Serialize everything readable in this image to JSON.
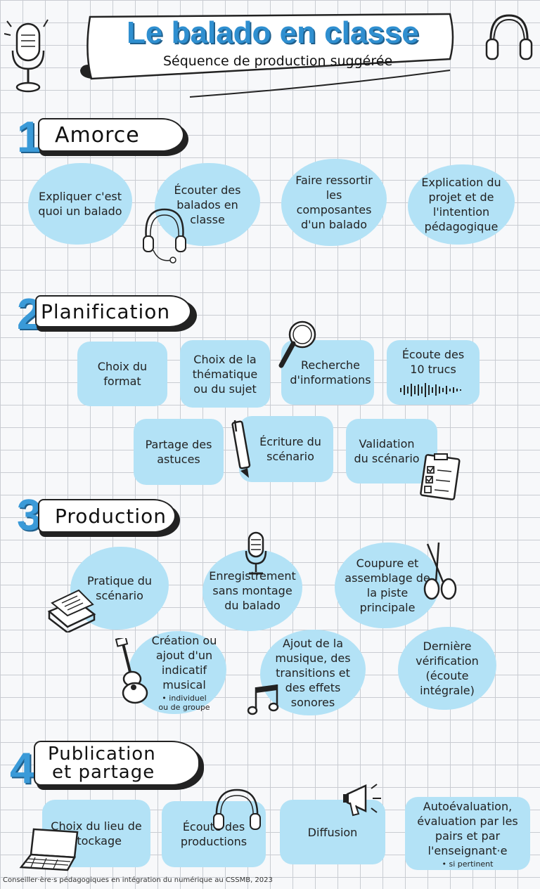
{
  "header": {
    "title": "Le balado en classe",
    "subtitle": "Séquence de production suggérée"
  },
  "sections": [
    {
      "number": "1",
      "title": "Amorce",
      "steps": [
        "Expliquer c'est quoi un balado",
        "Écouter des balados en classe",
        "Faire ressortir les composantes d'un balado",
        "Explication du projet et de l'intention pédagogique"
      ]
    },
    {
      "number": "2",
      "title": "Planification",
      "steps": [
        "Choix du format",
        "Choix de la thématique ou du sujet",
        "Recherche d'informations",
        "Écoute des 10 trucs",
        "Partage des astuces",
        "Écriture du scénario",
        "Validation du scénario"
      ]
    },
    {
      "number": "3",
      "title": "Production",
      "steps": [
        "Pratique du scénario",
        "Enregistrement sans montage du balado",
        "Coupure et assemblage de la piste principale",
        "Création ou ajout d'un indicatif musical",
        "Ajout de la musique, des transitions et des effets sonores",
        "Dernière vérification (écoute intégrale)"
      ],
      "note": "• individuel ou de groupe"
    },
    {
      "number": "4",
      "title_line1": "Publication",
      "title_line2": "et partage",
      "steps": [
        "Choix du lieu de stockage",
        "Écoute des productions",
        "Diffusion",
        "Autoévaluation, évaluation par les pairs et par l'enseignant·e"
      ],
      "note": "• si pertinent"
    }
  ],
  "footer": "Conseiller·ère·s pédagogiques en intégration du numérique au CSSMB, 2023",
  "colors": {
    "bubble": "#b3e2f6",
    "number": "#3a9ad8",
    "title": "#2f8fd0"
  },
  "icons": [
    "microphone-icon",
    "headphones-icon",
    "magnifier-icon",
    "soundwave-icon",
    "pen-icon",
    "checklist-icon",
    "papers-icon",
    "scissors-icon",
    "guitar-icon",
    "music-note-icon",
    "megaphone-icon",
    "laptop-icon"
  ]
}
